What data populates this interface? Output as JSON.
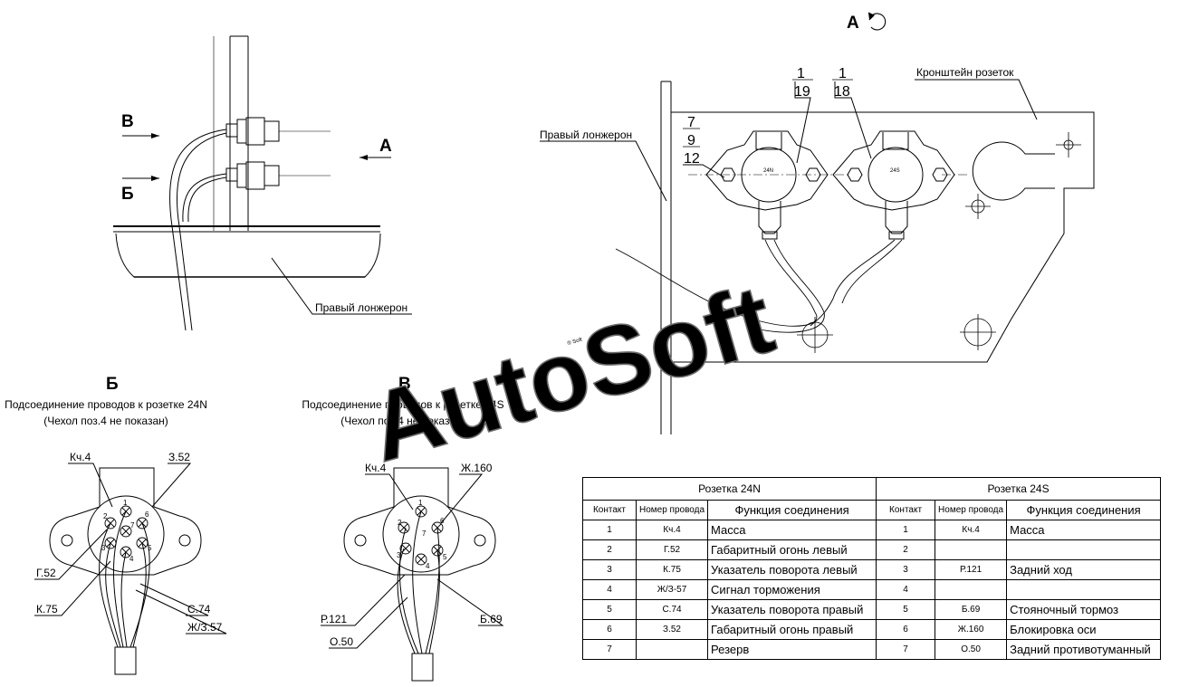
{
  "view_a": {
    "letter": "А"
  },
  "view_side": {
    "arrow_a": "А",
    "arrow_b": "Б",
    "arrow_v": "В",
    "frame_label": "Правый лонжерон"
  },
  "view_detail": {
    "frame_label": "Правый лонжерон",
    "bracket_label": "Кронштейн розеток",
    "socket_left_text": "24N",
    "socket_right_text": "24S",
    "callout_left_top": "1",
    "callout_left_bottom": "19",
    "callout_right_top": "1",
    "callout_right_bottom": "18",
    "callout_stack": [
      "7",
      "9",
      "12"
    ]
  },
  "view_b": {
    "letter": "Б",
    "caption": "Подсоединение проводов к розетке 24N",
    "note": "(Чехол поз.4 не показан)",
    "labels": {
      "kch4": "Кч.4",
      "z352": "З.52",
      "g52": "Г.52",
      "k75": "К.75",
      "s74": "С.74",
      "zh357": "Ж/З.57"
    },
    "pins": [
      "1",
      "2",
      "3",
      "4",
      "5",
      "6",
      "7"
    ]
  },
  "view_v": {
    "letter": "В",
    "caption": "Подсоединение проводов к розетке 24S",
    "note": "(Чехол поз.4 не показан)",
    "labels": {
      "kch4": "Кч.4",
      "zh160": "Ж.160",
      "r121": "Р.121",
      "o50": "О.50",
      "b69": "Б.69"
    },
    "pins": [
      "1",
      "2",
      "3",
      "4",
      "5",
      "6",
      "7"
    ]
  },
  "watermark": {
    "text": "AutoSoft",
    "small": "® Soft"
  },
  "table": {
    "left_title": "Розетка 24N",
    "right_title": "Розетка 24S",
    "col_contact": "Контакт",
    "col_wire": "Номер провода",
    "col_function": "Функция соединения",
    "rows": [
      {
        "c": "1",
        "w": "Кч.4",
        "f": "Масса",
        "c2": "1",
        "w2": "Кч.4",
        "f2": "Масса"
      },
      {
        "c": "2",
        "w": "Г.52",
        "f": "Габаритный огонь левый",
        "c2": "2",
        "w2": "",
        "f2": ""
      },
      {
        "c": "3",
        "w": "К.75",
        "f": "Указатель поворота левый",
        "c2": "3",
        "w2": "Р.121",
        "f2": "Задний ход"
      },
      {
        "c": "4",
        "w": "Ж/З-57",
        "f": "Сигнал торможения",
        "c2": "4",
        "w2": "",
        "f2": ""
      },
      {
        "c": "5",
        "w": "С.74",
        "f": "Указатель поворота правый",
        "c2": "5",
        "w2": "Б.69",
        "f2": "Стояночный тормоз"
      },
      {
        "c": "6",
        "w": "З.52",
        "f": "Габаритный огонь правый",
        "c2": "6",
        "w2": "Ж.160",
        "f2": "Блокировка оси"
      },
      {
        "c": "7",
        "w": "",
        "f": "Резерв",
        "c2": "7",
        "w2": "О.50",
        "f2": "Задний противотуманный"
      }
    ]
  }
}
